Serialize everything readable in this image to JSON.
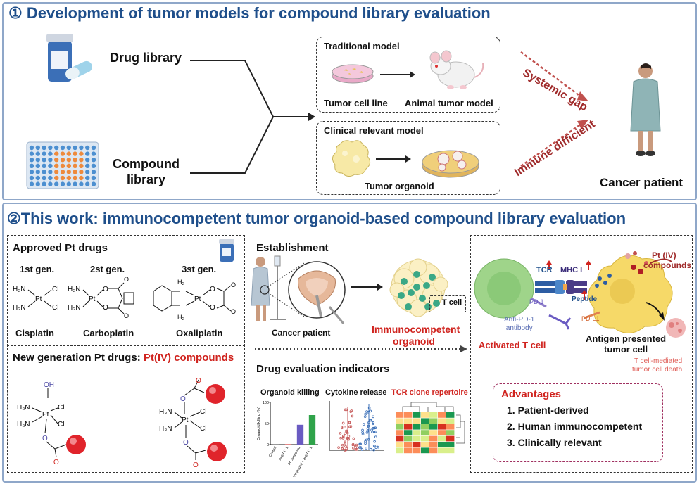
{
  "section1": {
    "title": "① Development of tumor models for compound library evaluation",
    "drug_library": "Drug library",
    "compound_library_line1": "Compound",
    "compound_library_line2": "library",
    "traditional_model": "Traditional model",
    "tumor_cell_line": "Tumor cell line",
    "animal_tumor_model": "Animal tumor model",
    "clinical_model": "Clinical relevant model",
    "tumor_organoid": "Tumor organoid",
    "systemic_gap": "Systemic gap",
    "immune_difficient": "Immune difficient",
    "cancer_patient": "Cancer patient"
  },
  "section2": {
    "title": "②This work: immunocompetent tumor organoid-based compound library evaluation",
    "approved": {
      "title": "Approved Pt drugs",
      "gen1": "1st gen.",
      "gen2": "2st gen.",
      "gen3": "3st gen.",
      "cisplatin": "Cisplatin",
      "carboplatin": "Carboplatin",
      "oxaliplatin": "Oxaliplatin"
    },
    "newgen": {
      "title_black": "New generation Pt drugs: ",
      "title_red": "Pt(IV) compounds"
    },
    "chem": {
      "h3n": "H₃N",
      "cl": "Cl",
      "pt": "Pt",
      "o": "O",
      "oh": "OH",
      "h2": "H₂"
    },
    "establishment": {
      "title": "Establishment",
      "cancer_patient": "Cancer patient",
      "t_cell": "T cell",
      "immuno_line1": "Immunocompetent",
      "immuno_line2": "organoid"
    },
    "indicators": {
      "title": "Drug evaluation indicators",
      "organoid_killing": "Organoid killing",
      "cytokine_release": "Cytokine release",
      "tcr_clone": "TCR clone repertoire"
    },
    "mechanism": {
      "tcr": "TCR",
      "mhc": "MHC I",
      "pt_iv_line1": "Pt (IV)",
      "pt_iv_line2": "compounds",
      "pd1": "PD-1",
      "peptide": "Peptide",
      "pdl1": "PD-L1",
      "anti_pd1_line1": "Anti-PD-1",
      "anti_pd1_line2": "antibody",
      "activated_t": "Activated T cell",
      "antigen_line1": "Antigen presented",
      "antigen_line2": "tumor cell",
      "tdeath_line1": "T cell-mediated",
      "tdeath_line2": "tumor cell death"
    },
    "advantages": {
      "title": "Advantages",
      "items": [
        "1. Patient-derived",
        "2. Human immunocompetent",
        "3. Clinically relevant"
      ]
    }
  },
  "chart_data": {
    "type": "bar",
    "ylabel": "Organoid killing (%)",
    "yticks": [
      "100",
      "50",
      "0"
    ],
    "categories": [
      "Control",
      "Anti-PD-1",
      "Pt compound",
      "Pt compound + anti-PD-1"
    ],
    "values": [
      1,
      1,
      47,
      70
    ],
    "colors": [
      "#555555",
      "#d13a3a",
      "#6a5bc2",
      "#2fa34a"
    ]
  }
}
